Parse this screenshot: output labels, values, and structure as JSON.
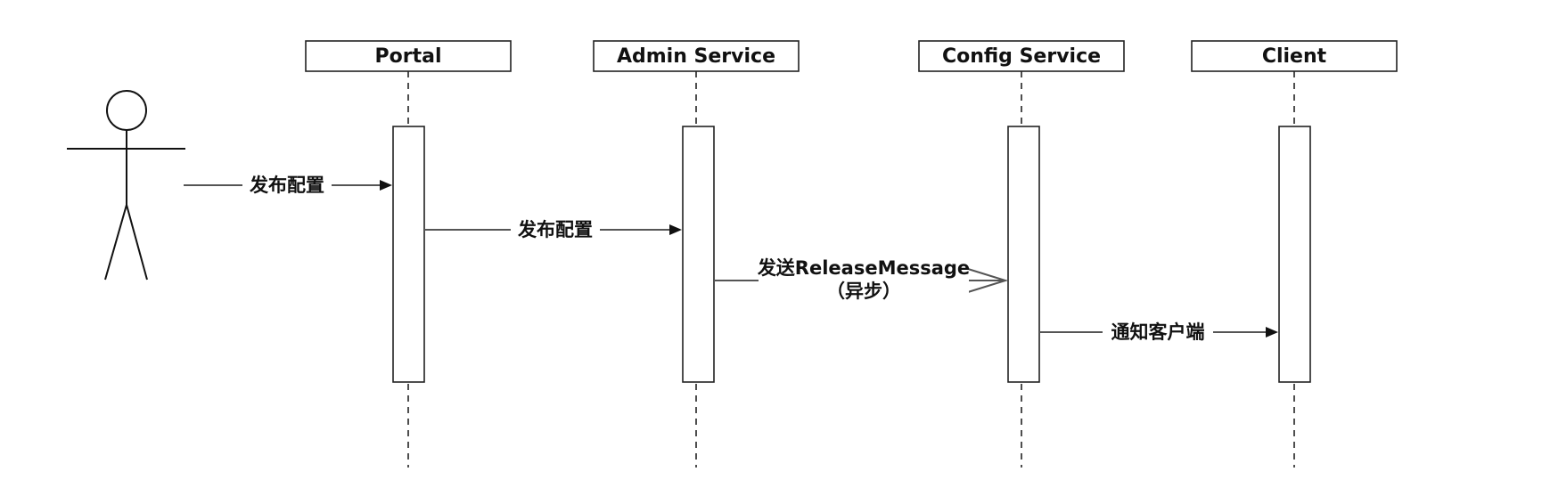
{
  "diagram": {
    "type": "sequence",
    "actor": {
      "name": ""
    },
    "lifelines": [
      {
        "label": "Portal"
      },
      {
        "label": "Admin Service"
      },
      {
        "label": "Config Service"
      },
      {
        "label": "Client"
      }
    ],
    "messages": [
      {
        "from": "actor",
        "to": "Portal",
        "label": "发布配置",
        "style": "sync"
      },
      {
        "from": "Portal",
        "to": "Admin Service",
        "label": "发布配置",
        "style": "sync"
      },
      {
        "from": "Admin Service",
        "to": "Config Service",
        "label": "发送ReleaseMessage",
        "sublabel": "（异步）",
        "style": "async"
      },
      {
        "from": "Config Service",
        "to": "Client",
        "label": "通知客户端",
        "style": "sync"
      }
    ]
  }
}
